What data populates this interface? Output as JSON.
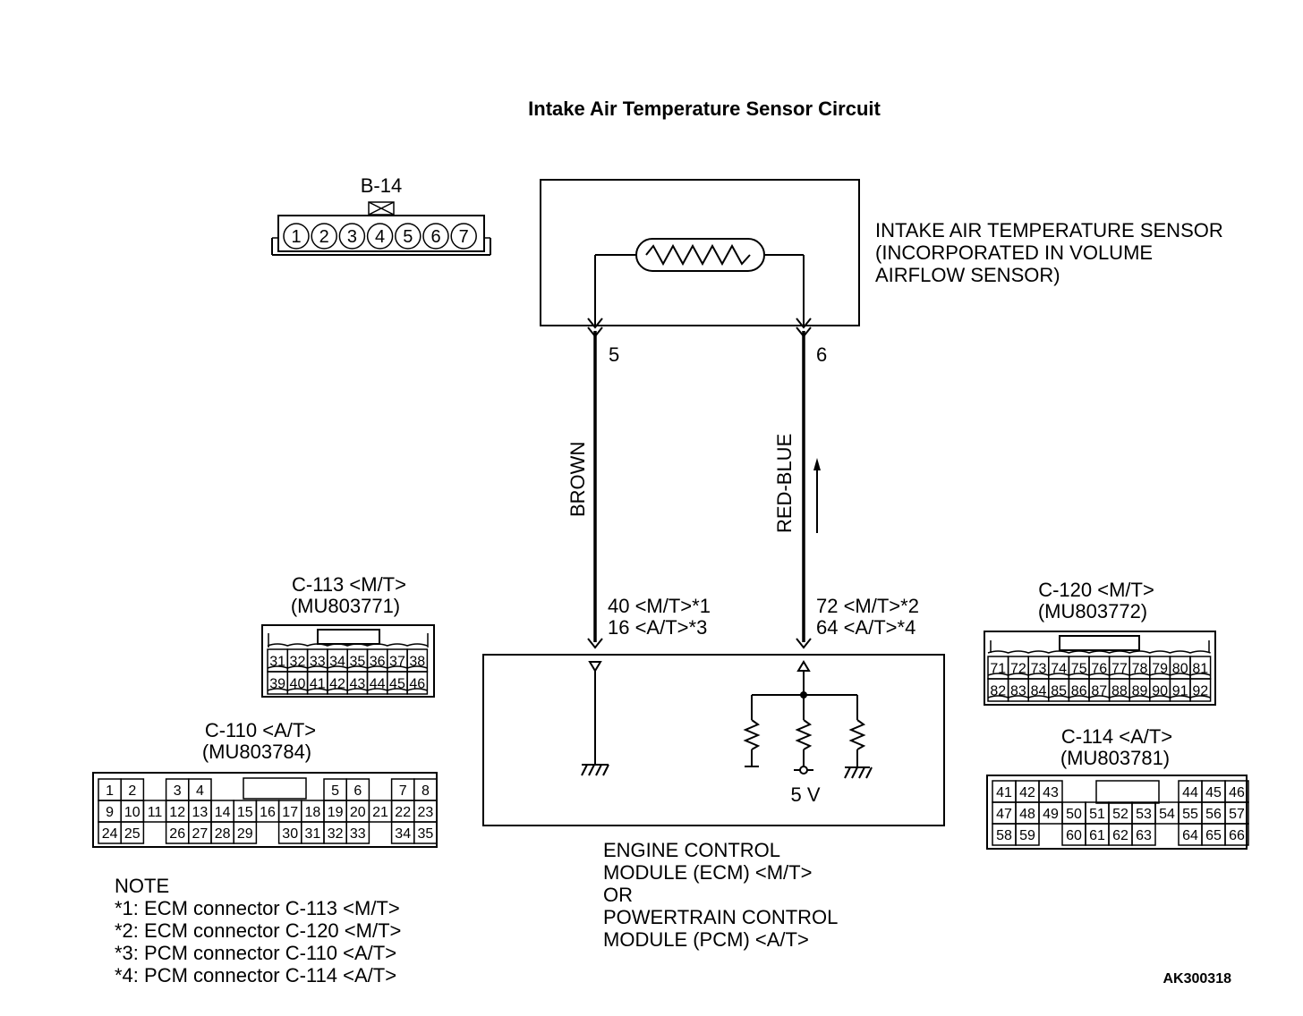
{
  "title": "Intake Air Temperature Sensor Circuit",
  "sensor": {
    "label": [
      "INTAKE AIR TEMPERATURE SENSOR",
      "(INCORPORATED IN VOLUME",
      "AIRFLOW SENSOR)"
    ],
    "pin_left": "5",
    "pin_right": "6"
  },
  "connector_b14": {
    "label": "B-14",
    "pins": [
      "1",
      "2",
      "3",
      "4",
      "5",
      "6",
      "7"
    ]
  },
  "wires": {
    "left_color": "BROWN",
    "right_color": "RED-BLUE"
  },
  "ecm_terminals": {
    "left": [
      "40 <M/T>*1",
      "16 <A/T>*3"
    ],
    "right": [
      "72 <M/T>*2",
      "64 <A/T>*4"
    ]
  },
  "ecm": {
    "label": [
      "ENGINE CONTROL",
      "MODULE (ECM) <M/T>",
      "OR",
      "POWERTRAIN CONTROL",
      "MODULE (PCM) <A/T>"
    ],
    "voltage": "5 V"
  },
  "connector_c113": {
    "label": [
      "C-113 <M/T>",
      "(MU803771)"
    ],
    "rows": [
      [
        "31",
        "32",
        "33",
        "34",
        "35",
        "36",
        "37",
        "38"
      ],
      [
        "39",
        "40",
        "41",
        "42",
        "43",
        "44",
        "45",
        "46"
      ]
    ]
  },
  "connector_c120": {
    "label": [
      "C-120 <M/T>",
      "(MU803772)"
    ],
    "rows": [
      [
        "71",
        "72",
        "73",
        "74",
        "75",
        "76",
        "77",
        "78",
        "79",
        "80",
        "81"
      ],
      [
        "82",
        "83",
        "84",
        "85",
        "86",
        "87",
        "88",
        "89",
        "90",
        "91",
        "92"
      ]
    ]
  },
  "connector_c110": {
    "label": [
      "C-110 <A/T>",
      "(MU803784)"
    ],
    "rows": [
      [
        "1",
        "2",
        "",
        "3",
        "4",
        "",
        "",
        "",
        "",
        "",
        "5",
        "6",
        "",
        "7",
        "8"
      ],
      [
        "9",
        "10",
        "11",
        "12",
        "13",
        "14",
        "15",
        "16",
        "17",
        "18",
        "19",
        "20",
        "21",
        "22",
        "23"
      ],
      [
        "24",
        "25",
        "",
        "26",
        "27",
        "28",
        "29",
        "",
        "30",
        "31",
        "32",
        "33",
        "",
        "34",
        "35"
      ]
    ]
  },
  "connector_c114": {
    "label": [
      "C-114 <A/T>",
      "(MU803781)"
    ],
    "rows": [
      [
        "41",
        "42",
        "43",
        "",
        "",
        "",
        "",
        "",
        "44",
        "45",
        "46"
      ],
      [
        "47",
        "48",
        "49",
        "50",
        "51",
        "52",
        "53",
        "54",
        "55",
        "56",
        "57"
      ],
      [
        "58",
        "59",
        "",
        "60",
        "61",
        "62",
        "63",
        "",
        "64",
        "65",
        "66"
      ]
    ]
  },
  "note": {
    "heading": "NOTE",
    "lines": [
      "*1: ECM connector C-113 <M/T>",
      "*2: ECM connector C-120 <M/T>",
      "*3: PCM connector C-110 <A/T>",
      "*4: PCM connector C-114 <A/T>"
    ]
  },
  "code": "AK300318"
}
